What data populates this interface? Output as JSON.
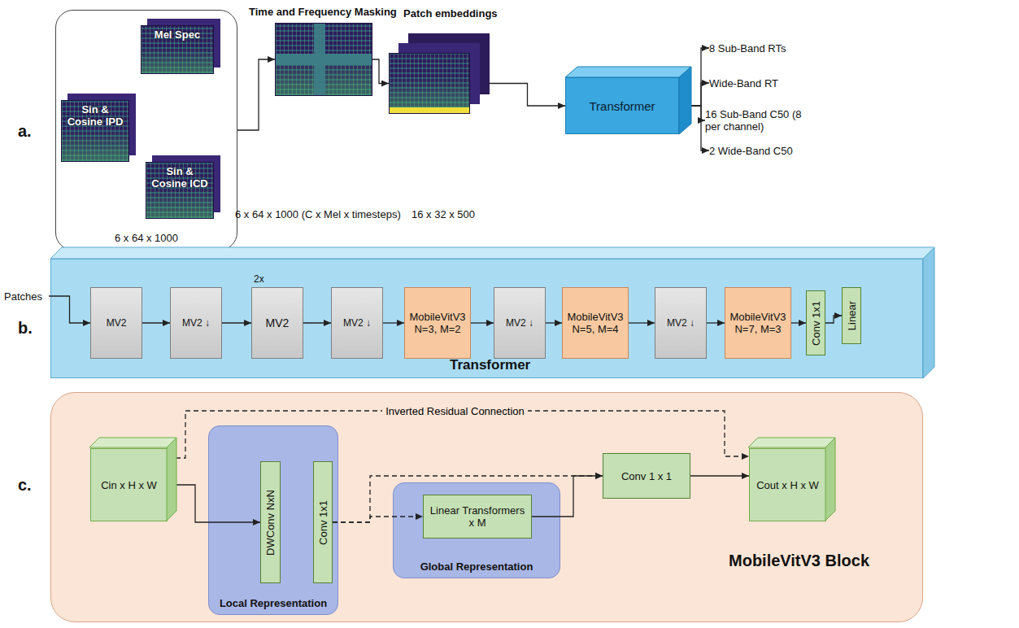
{
  "diagram": {
    "nodes": [
      {
        "text": [
          "6 x 64 x 1000"
        ]
      },
      {
        "text": [
          "Mel Spec"
        ],
        "in": 0
      },
      {
        "text": [
          "Sin & Cosine IPD"
        ],
        "in": 0
      },
      {
        "text": [
          "Sin & Cosine ICD"
        ],
        "in": 0
      },
      {
        "text": [
          "Time and Frequency Masking",
          "6 x 64 x 1000 (C x Mel x timesteps)"
        ]
      },
      {
        "text": [
          "Patch embeddings",
          "16 x 32 x 500"
        ]
      },
      {
        "text": [
          "Transformer"
        ]
      },
      {
        "text": [
          "8 Sub-Band RTs"
        ]
      },
      {
        "text": [
          "Wide-Band RT"
        ]
      },
      {
        "text": [
          "16 Sub-Band C50 (8 per channel)"
        ]
      },
      {
        "text": [
          "2 Wide-Band C50"
        ]
      },
      {
        "text": [
          "Patches"
        ]
      },
      {
        "text": [
          "Transformer"
        ]
      },
      {
        "text": [
          "MV2"
        ],
        "in": 12
      },
      {
        "text": [
          "MV2 ↓"
        ],
        "in": 12
      },
      {
        "text": [
          "2x",
          "MV2"
        ],
        "in": 12
      },
      {
        "text": [
          "MV2 ↓"
        ],
        "in": 12
      },
      {
        "text": [
          "MobileVitV3 N=3, M=2"
        ],
        "in": 12
      },
      {
        "text": [
          "MV2 ↓"
        ],
        "in": 12
      },
      {
        "text": [
          "MobileVitV3 N=5, M=4"
        ],
        "in": 12
      },
      {
        "text": [
          "MV2 ↓"
        ],
        "in": 12
      },
      {
        "text": [
          "MobileVitV3 N=7, M=3"
        ],
        "in": 12
      },
      {
        "text": [
          "Conv 1x1"
        ],
        "in": 12
      },
      {
        "text": [
          "Linear"
        ],
        "in": 12
      },
      {
        "text": [
          "MobileVitV3 Block"
        ]
      },
      {
        "text": [
          "Cin x H x W"
        ],
        "in": 24
      },
      {
        "text": [
          "Local Representation"
        ],
        "in": 24
      },
      {
        "text": [
          "DWConv NxN"
        ],
        "in": 26
      },
      {
        "text": [
          "Conv 1x1"
        ],
        "in": 26
      },
      {
        "text": [
          "Global Representation"
        ],
        "in": 24
      },
      {
        "text": [
          "Linear Transformers x M"
        ],
        "in": 29
      },
      {
        "text": [
          "Conv 1 x 1"
        ],
        "in": 24
      },
      {
        "text": [
          "Cout x H x W"
        ],
        "in": 24
      }
    ],
    "edges": [
      {
        "from": 0,
        "to": 4,
        "arrow": "to"
      },
      {
        "from": 4,
        "to": 5,
        "arrow": "to"
      },
      {
        "from": 5,
        "to": 6,
        "arrow": "to"
      },
      {
        "from": 6,
        "to": 7,
        "arrow": "to"
      },
      {
        "from": 6,
        "to": 8,
        "arrow": "to"
      },
      {
        "from": 6,
        "to": 9,
        "arrow": "to"
      },
      {
        "from": 6,
        "to": 10,
        "arrow": "to"
      },
      {
        "from": 11,
        "to": 13,
        "arrow": "to"
      },
      {
        "from": 13,
        "to": 14,
        "arrow": "to"
      },
      {
        "from": 14,
        "to": 15,
        "arrow": "to"
      },
      {
        "from": 15,
        "to": 16,
        "arrow": "to"
      },
      {
        "from": 16,
        "to": 17,
        "arrow": "to"
      },
      {
        "from": 17,
        "to": 18,
        "arrow": "to"
      },
      {
        "from": 18,
        "to": 19,
        "arrow": "to"
      },
      {
        "from": 19,
        "to": 20,
        "arrow": "to"
      },
      {
        "from": 20,
        "to": 21,
        "arrow": "to"
      },
      {
        "from": 21,
        "to": 22,
        "arrow": "to"
      },
      {
        "from": 22,
        "to": 23,
        "arrow": "to"
      },
      {
        "from": 25,
        "to": 27,
        "arrow": "to"
      },
      {
        "from": 28,
        "to": 30,
        "arrow": "to"
      },
      {
        "from": 28,
        "to": 31,
        "arrow": "to"
      },
      {
        "from": 30,
        "to": 31,
        "arrow": "to"
      },
      {
        "from": 31,
        "to": 32,
        "arrow": "to"
      },
      {
        "from": 25,
        "to": 32,
        "label": "Inverted Residual Connection",
        "arrow": "to"
      }
    ],
    "labels": [
      "a.",
      "b.",
      "c."
    ]
  }
}
